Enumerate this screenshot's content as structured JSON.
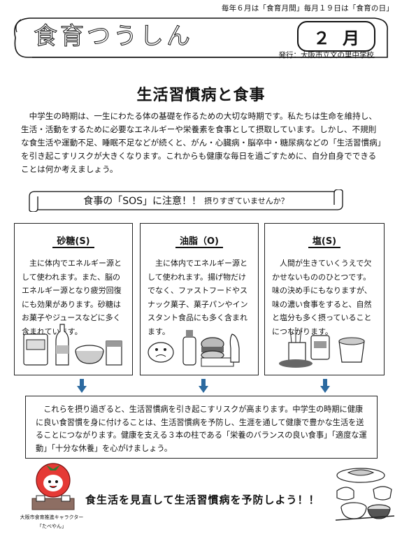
{
  "header": {
    "top_note": "毎年６月は「食育月間」毎月１９日は「食育の日」",
    "title": "食育つうしん",
    "month_number": "２",
    "month_unit": "月",
    "publisher": "発行：大阪市立文の里中学校"
  },
  "article": {
    "headline": "生活習慣病と食事",
    "intro": "中学生の時期は、一生にわたる体の基礎を作るための大切な時期です。私たちは生命を維持し、生活・活動をするために必要なエネルギーや栄養素を食事として摂取しています。しかし、不規則な食生活や運動不足、睡眠不足などが続くと、がん・心臓病・脳卒中・糖尿病などの「生活習慣病」を引き起こすリスクが大きくなります。これからも健康な毎日を過ごすために、自分自身でできることは何か考えましょう。",
    "sos_banner": "食事の「SOS」に注意！！",
    "sos_sub": "摂りすぎていませんか？"
  },
  "cards": [
    {
      "title": "砂糖(S)",
      "body": "主に体内でエネルギー源として使われます。また、脳のエネルギー源となり疲労回復にも効果があります。砂糖はお菓子やジュースなどに多く含まれています。"
    },
    {
      "title": "油脂（O)",
      "body": "主に体内でエネルギー源として使われます。揚げ物だけでなく、ファストフードやスナック菓子、菓子パンやインスタント食品にも多く含まれます。"
    },
    {
      "title": "塩(S)",
      "body": "人間が生きていくうえで欠かせないもののひとつです。味の決め手にもなりますが、味の濃い食事をすると、自然と塩分も多く摂っていることにつながります。"
    }
  ],
  "summary": "これらを摂り過ぎると、生活習慣病を引き起こすリスクが高まります。中学生の時期に健康に良い食習慣を身に付けることは、生活習慣病を予防し、生涯を通して健康で豊かな生活を送ることにつながります。健康を支える３本の柱である「栄養のバランスの良い食事」「適度な運動」「十分な休養」を心がけましょう。",
  "footer": {
    "slogan": "食生活を見直して生活習慣病を予防しよう！！",
    "mascot_caption": "大阪市食育推進キャラクター",
    "mascot_name": "「たべやん」"
  },
  "icons": {
    "arrows": "arrow-down-icon",
    "mascot": "tomato-mascot-icon",
    "meal": "japanese-meal-icon"
  }
}
